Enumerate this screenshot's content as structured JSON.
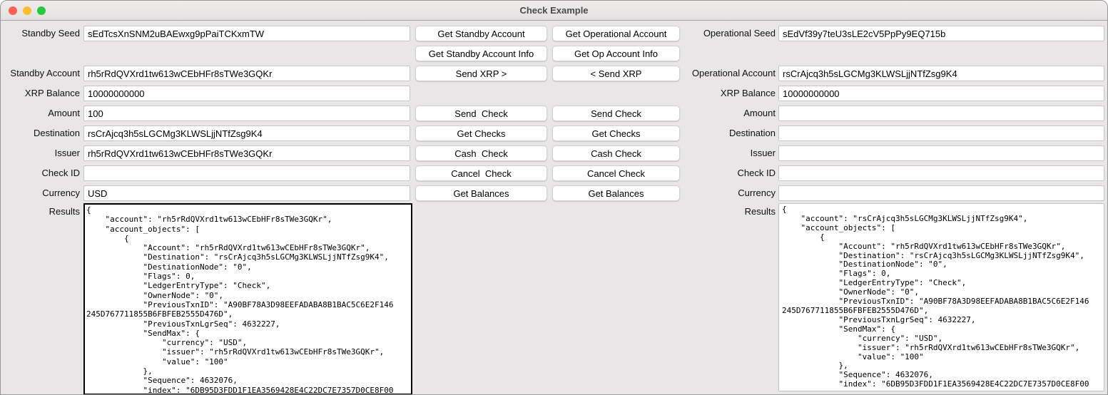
{
  "window": {
    "title": "Check Example"
  },
  "colors": {
    "close": "#ff5f57",
    "minimize": "#febc2e",
    "zoom": "#28c840",
    "focus_border": "#000000"
  },
  "standby": {
    "seed": {
      "label": "Standby Seed",
      "value": "sEdTcsXnSNM2uBAEwxg9pPaiTCKxmTW"
    },
    "account": {
      "label": "Standby Account",
      "value": "rh5rRdQVXrd1tw613wCEbHFr8sTWe3GQKr"
    },
    "xrp_balance": {
      "label": "XRP Balance",
      "value": "10000000000"
    },
    "amount": {
      "label": "Amount",
      "value": "100"
    },
    "destination": {
      "label": "Destination",
      "value": "rsCrAjcq3h5sLGCMg3KLWSLjjNTfZsg9K4"
    },
    "issuer": {
      "label": "Issuer",
      "value": "rh5rRdQVXrd1tw613wCEbHFr8sTWe3GQKr"
    },
    "check_id": {
      "label": "Check ID",
      "value": ""
    },
    "currency": {
      "label": "Currency",
      "value": "USD"
    },
    "results": {
      "label": "Results",
      "value": "{\n    \"account\": \"rh5rRdQVXrd1tw613wCEbHFr8sTWe3GQKr\",\n    \"account_objects\": [\n        {\n            \"Account\": \"rh5rRdQVXrd1tw613wCEbHFr8sTWe3GQKr\",\n            \"Destination\": \"rsCrAjcq3h5sLGCMg3KLWSLjjNTfZsg9K4\",\n            \"DestinationNode\": \"0\",\n            \"Flags\": 0,\n            \"LedgerEntryType\": \"Check\",\n            \"OwnerNode\": \"0\",\n            \"PreviousTxnID\": \"A90BF78A3D98EEFADABA8B1BAC5C6E2F146\n245D767711855B6FBFEB2555D476D\",\n            \"PreviousTxnLgrSeq\": 4632227,\n            \"SendMax\": {\n                \"currency\": \"USD\",\n                \"issuer\": \"rh5rRdQVXrd1tw613wCEbHFr8sTWe3GQKr\",\n                \"value\": \"100\"\n            },\n            \"Sequence\": 4632076,\n            \"index\": \"6DB95D3FDD1F1EA3569428E4C22DC7E7357D0CE8F00"
    }
  },
  "operational": {
    "seed": {
      "label": "Operational Seed",
      "value": "sEdVf39y7teU3sLE2cV5PpPy9EQ715b"
    },
    "account": {
      "label": "Operational Account",
      "value": "rsCrAjcq3h5sLGCMg3KLWSLjjNTfZsg9K4"
    },
    "xrp_balance": {
      "label": "XRP Balance",
      "value": "10000000000"
    },
    "amount": {
      "label": "Amount",
      "value": ""
    },
    "destination": {
      "label": "Destination",
      "value": ""
    },
    "issuer": {
      "label": "Issuer",
      "value": ""
    },
    "check_id": {
      "label": "Check ID",
      "value": ""
    },
    "currency": {
      "label": "Currency",
      "value": ""
    },
    "results": {
      "label": "Results",
      "value": "{\n    \"account\": \"rsCrAjcq3h5sLGCMg3KLWSLjjNTfZsg9K4\",\n    \"account_objects\": [\n        {\n            \"Account\": \"rh5rRdQVXrd1tw613wCEbHFr8sTWe3GQKr\",\n            \"Destination\": \"rsCrAjcq3h5sLGCMg3KLWSLjjNTfZsg9K4\",\n            \"DestinationNode\": \"0\",\n            \"Flags\": 0,\n            \"LedgerEntryType\": \"Check\",\n            \"OwnerNode\": \"0\",\n            \"PreviousTxnID\": \"A90BF78A3D98EEFADABA8B1BAC5C6E2F146\n245D767711855B6FBFEB2555D476D\",\n            \"PreviousTxnLgrSeq\": 4632227,\n            \"SendMax\": {\n                \"currency\": \"USD\",\n                \"issuer\": \"rh5rRdQVXrd1tw613wCEbHFr8sTWe3GQKr\",\n                \"value\": \"100\"\n            },\n            \"Sequence\": 4632076,\n            \"index\": \"6DB95D3FDD1F1EA3569428E4C22DC7E7357D0CE8F00"
    }
  },
  "standby_buttons": {
    "get_account": "Get Standby Account",
    "get_account_info": "Get Standby Account Info",
    "send_xrp": "Send XRP >",
    "send_check": "Send  Check",
    "get_checks": "Get Checks",
    "cash_check": "Cash  Check",
    "cancel_check": "Cancel  Check",
    "get_balances": "Get Balances"
  },
  "operational_buttons": {
    "get_account": "Get Operational Account",
    "get_account_info": "Get Op Account Info",
    "send_xrp": "< Send XRP",
    "send_check": "Send Check",
    "get_checks": "Get Checks",
    "cash_check": "Cash Check",
    "cancel_check": "Cancel Check",
    "get_balances": "Get Balances"
  }
}
